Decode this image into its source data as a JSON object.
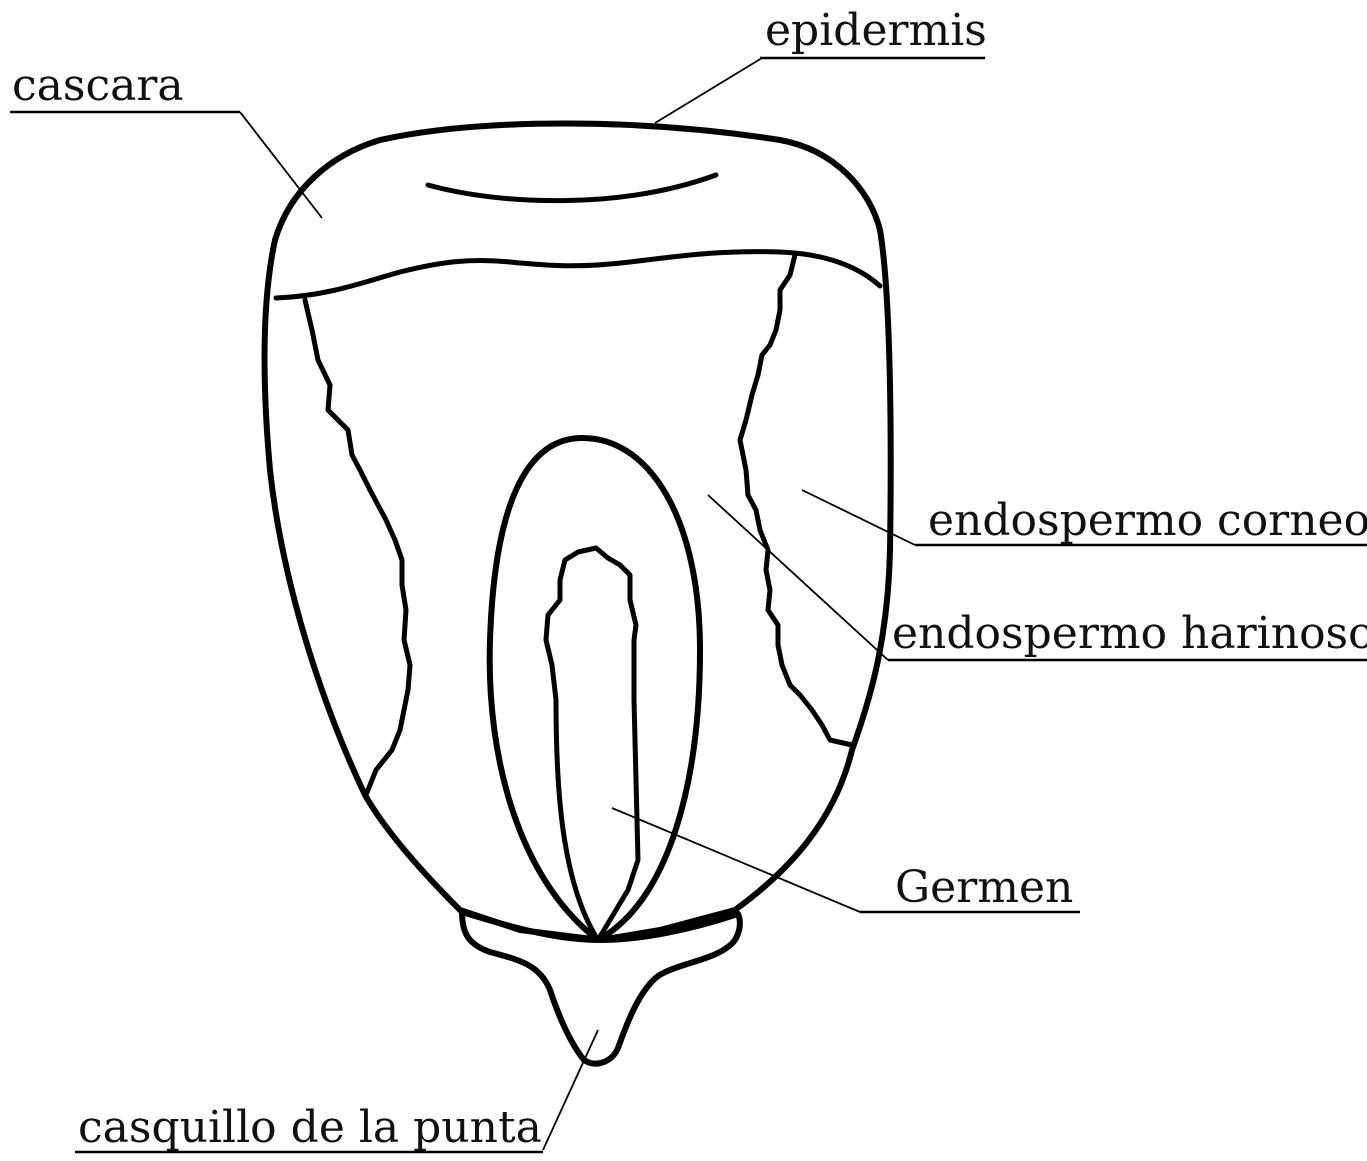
{
  "diagram": {
    "labels": {
      "epidermis": "epidermis",
      "cascara": "cascara",
      "endospermo_corneo": "endospermo corneo",
      "endospermo_harinoso": "endospermo harinoso",
      "germen": "Germen",
      "casquillo": "casquillo de la punta"
    }
  }
}
